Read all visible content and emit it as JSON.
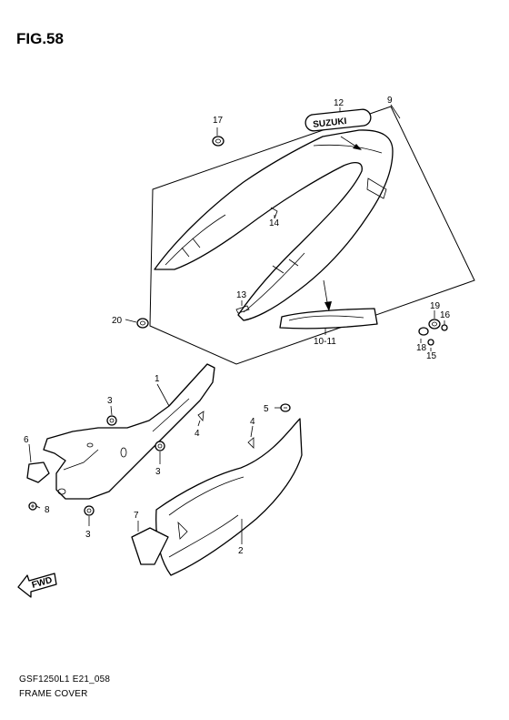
{
  "figure": {
    "title": "FIG.58"
  },
  "footer": {
    "model_code": "GSF1250L1 E21_058",
    "section_name": "FRAME COVER"
  },
  "decals": {
    "brand_emblem": "SUZUKI"
  },
  "icons": {
    "direction_arrow": "fwd-arrow-icon",
    "direction_text": "FWD"
  },
  "callouts": {
    "c1": "1",
    "c2": "2",
    "c3a": "3",
    "c3b": "3",
    "c3c": "3",
    "c4a": "4",
    "c4b": "4",
    "c5": "5",
    "c6": "6",
    "c7": "7",
    "c8": "8",
    "c9": "9",
    "c10_11": "10-11",
    "c12": "12",
    "c13": "13",
    "c14": "14",
    "c15": "15",
    "c16": "16",
    "c17": "17",
    "c18": "18",
    "c19": "19",
    "c20": "20"
  }
}
